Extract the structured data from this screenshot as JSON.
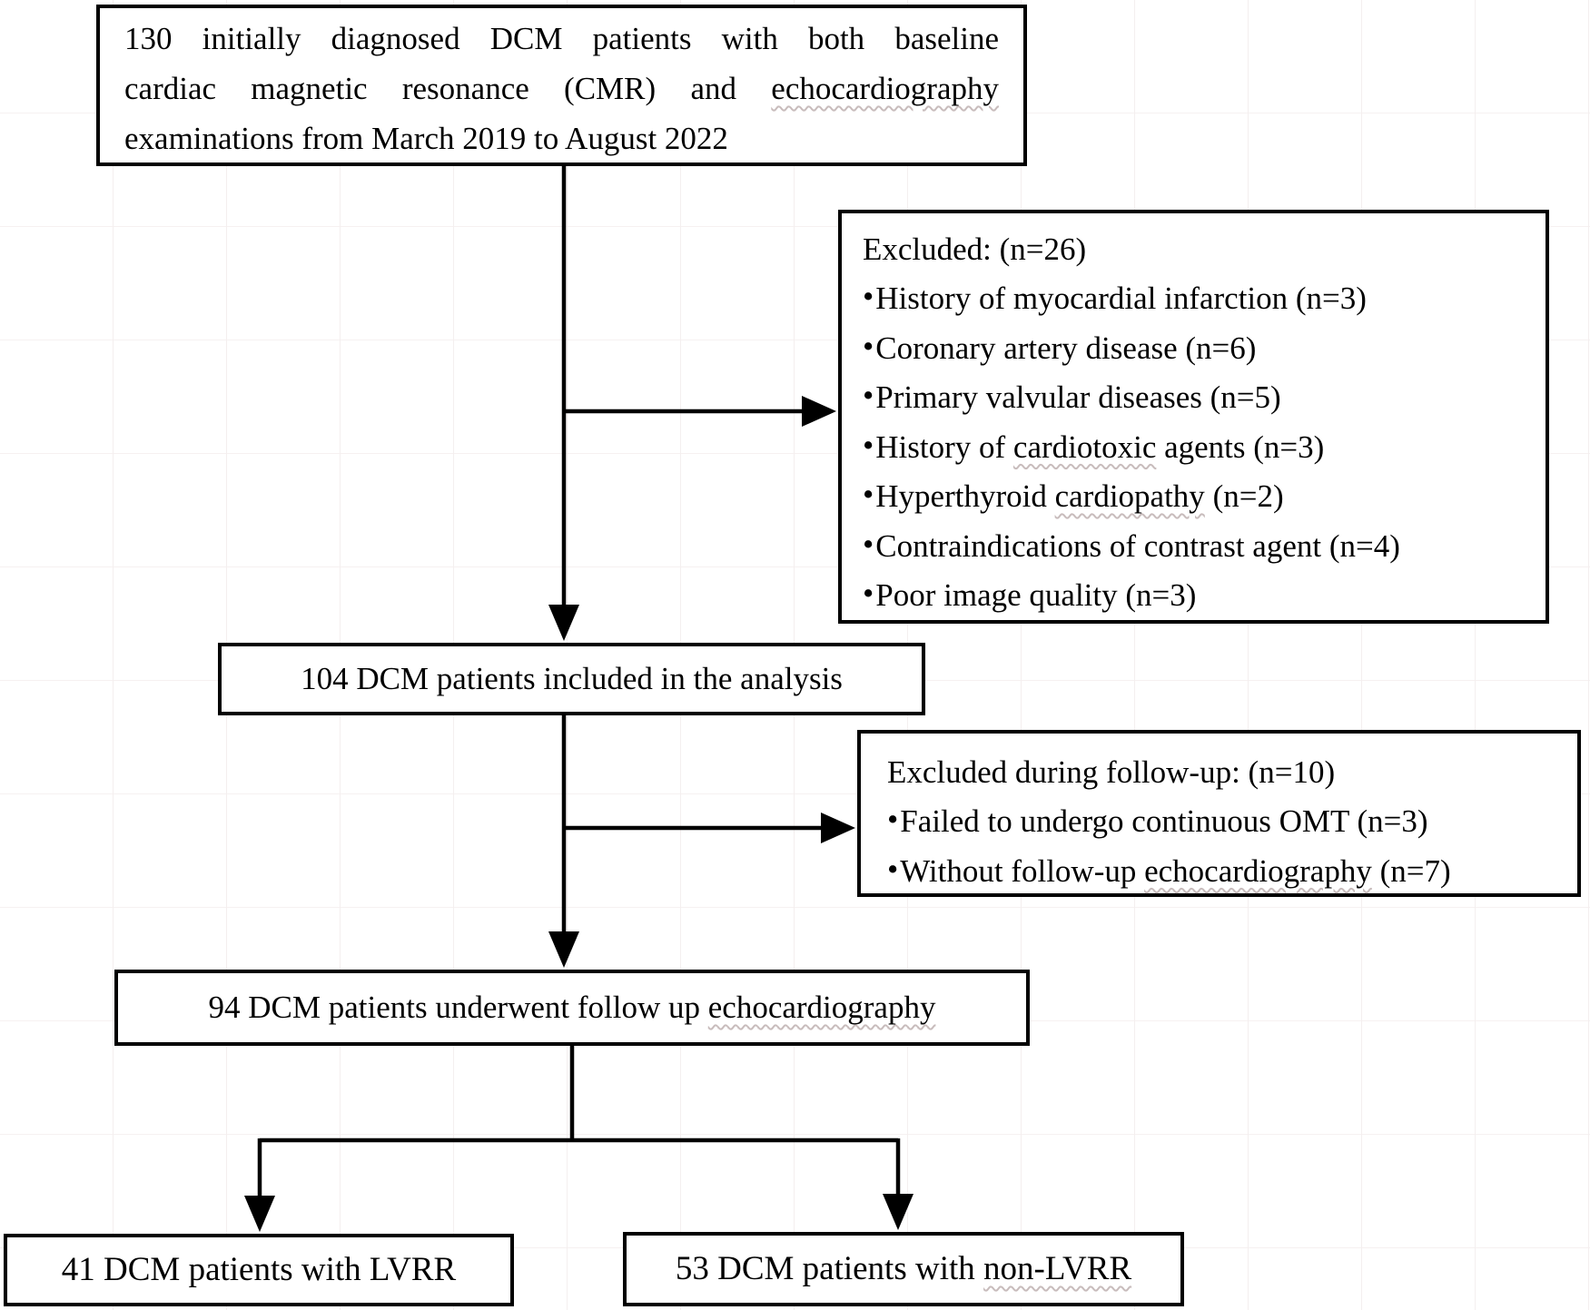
{
  "figure": {
    "bullet": "•",
    "boxes": {
      "initial": {
        "line1": "130 initially diagnosed DCM patients with both baseline",
        "line2_pre": "cardiac magnetic resonance (CMR) and ",
        "line2_wavy": "echocardiography",
        "line3": "examinations from March 2019 to August 2022"
      },
      "excluded_baseline": {
        "title": "Excluded: (n=26)",
        "items": [
          {
            "pre": "History of myocardial infarction (n=3)"
          },
          {
            "pre": "Coronary artery disease (n=6)"
          },
          {
            "pre": "Primary valvular diseases (n=5)"
          },
          {
            "pre": "History of ",
            "wavy": "cardiotoxic",
            "post": " agents (n=3)"
          },
          {
            "pre": "Hyperthyroid ",
            "wavy": "cardiopathy",
            "post": " (n=2)"
          },
          {
            "pre": "Contraindications of contrast agent (n=4)"
          },
          {
            "pre": "Poor image quality (n=3)"
          }
        ]
      },
      "included_analysis": {
        "text": "104 DCM patients included in the analysis"
      },
      "excluded_followup": {
        "title": "Excluded during follow-up: (n=10)",
        "items": [
          {
            "pre": "Failed to undergo continuous OMT (n=3)"
          },
          {
            "pre": "Without follow-up ",
            "wavy": "echocardiography",
            "post": " (n=7)"
          }
        ]
      },
      "followup_echo": {
        "pre": "94 DCM patients underwent follow up ",
        "wavy": "echocardiography"
      },
      "lvrr": {
        "text": "41 DCM patients with LVRR"
      },
      "non_lvrr": {
        "pre": "53 DCM patients with ",
        "wavy": "non-LVRR"
      }
    },
    "colors": {
      "line": "#000000",
      "background": "#ffffff",
      "wavy_underline": "#c8bcbc"
    }
  }
}
